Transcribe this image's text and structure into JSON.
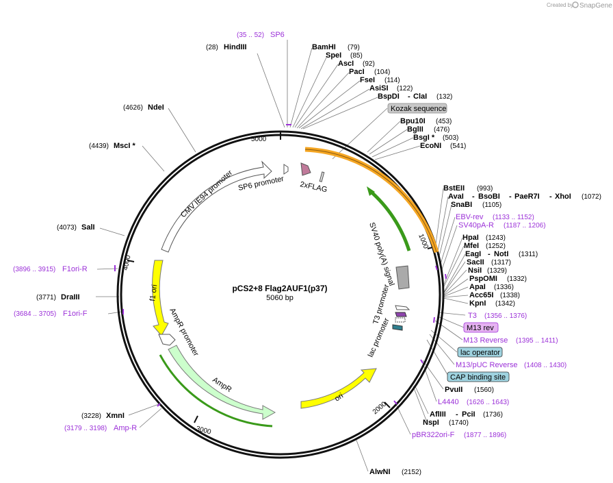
{
  "branding": {
    "created_by": "Created by",
    "brand": "SnapGene"
  },
  "plasmid": {
    "name": "pCS2+8 Flag2AUF1(p37)",
    "length": "5060 bp"
  },
  "ticks": {
    "t1000": "1000",
    "t2000": "2000",
    "t3000": "3000",
    "t4000": "4000",
    "t5000": "5000"
  },
  "enzymes": {
    "hindiii": {
      "name": "HindIII",
      "pos": "(28)"
    },
    "bamhi": {
      "name": "BamHI",
      "pos": "(79)"
    },
    "spei": {
      "name": "SpeI",
      "pos": "(85)"
    },
    "asci": {
      "name": "AscI",
      "pos": "(92)"
    },
    "paci": {
      "name": "PacI",
      "pos": "(104)"
    },
    "fsei": {
      "name": "FseI",
      "pos": "(114)"
    },
    "asisi": {
      "name": "AsiSI",
      "pos": "(122)"
    },
    "bspdi": {
      "name": "BspDI",
      "sep": "-",
      "name2": "ClaI",
      "pos": "(132)"
    },
    "bpu10i": {
      "name": "Bpu10I",
      "pos": "(453)"
    },
    "bglii": {
      "name": "BglII",
      "pos": "(476)"
    },
    "bsgi": {
      "name": "BsgI *",
      "pos": "(503)"
    },
    "econi": {
      "name": "EcoNI",
      "pos": "(541)"
    },
    "bsteii": {
      "name": "BstEII",
      "pos": "(993)"
    },
    "avai": {
      "name": "AvaI",
      "sep": "-",
      "name2": "BsoBI",
      "sep2": "-",
      "name3": "PaeR7I",
      "sep3": "-",
      "name4": "XhoI",
      "pos": "(1072)"
    },
    "snabi": {
      "name": "SnaBI",
      "pos": "(1105)"
    },
    "hpai": {
      "name": "HpaI",
      "pos": "(1243)"
    },
    "mfei": {
      "name": "MfeI",
      "pos": "(1252)"
    },
    "eagi": {
      "name": "EagI",
      "sep": "-",
      "name2": "NotI",
      "pos": "(1311)"
    },
    "sacii": {
      "name": "SacII",
      "pos": "(1317)"
    },
    "nsii": {
      "name": "NsiI",
      "pos": "(1329)"
    },
    "pspomi": {
      "name": "PspOMI",
      "pos": "(1332)"
    },
    "apai": {
      "name": "ApaI",
      "pos": "(1336)"
    },
    "acc65i": {
      "name": "Acc65I",
      "pos": "(1338)"
    },
    "kpni": {
      "name": "KpnI",
      "pos": "(1342)"
    },
    "pvuii": {
      "name": "PvuII",
      "pos": "(1560)"
    },
    "afliii": {
      "name": "AflIII",
      "sep": "-",
      "name2": "PciI",
      "pos": "(1736)"
    },
    "nspi": {
      "name": "NspI",
      "pos": "(1740)"
    },
    "alwni": {
      "name": "AlwNI",
      "pos": "(2152)"
    },
    "xmni": {
      "name": "XmnI",
      "pos": "(3228)"
    },
    "drai": {
      "name": "DraIII",
      "pos": "(3771)"
    },
    "sali": {
      "name": "SalI",
      "pos": "(4073)"
    },
    "msci": {
      "name": "MscI *",
      "pos": "(4439)"
    },
    "ndei": {
      "name": "NdeI",
      "pos": "(4626)"
    }
  },
  "primers": {
    "sp6": {
      "name": "SP6",
      "pos": "(35 .. 52)"
    },
    "ebvrev": {
      "name": "EBV-rev",
      "pos": "(1133 .. 1152)"
    },
    "sv40par": {
      "name": "SV40pA-R",
      "pos": "(1187 .. 1206)"
    },
    "t3": {
      "name": "T3",
      "pos": "(1356 .. 1376)"
    },
    "m13rev": {
      "name": "M13 rev"
    },
    "m13reverse": {
      "name": "M13 Reverse",
      "pos": "(1395 .. 1411)"
    },
    "m13puc": {
      "name": "M13/pUC Reverse",
      "pos": "(1408 .. 1430)"
    },
    "l4440": {
      "name": "L4440",
      "pos": "(1626 .. 1643)"
    },
    "pbr322": {
      "name": "pBR322ori-F",
      "pos": "(1877 .. 1896)"
    },
    "ampr": {
      "name": "Amp-R",
      "pos": "(3179 .. 3198)"
    },
    "f1orif": {
      "name": "F1ori-F",
      "pos": "(3684 .. 3705)"
    },
    "f1orir": {
      "name": "F1ori-R",
      "pos": "(3896 .. 3915)"
    }
  },
  "boxes": {
    "kozak": "Kozak sequence",
    "lacop": "lac operator",
    "cap": "CAP binding site"
  },
  "features": {
    "sp6prom": "SP6 promoter",
    "flag": "2xFLAG",
    "cmv": "CMV IE94 promoter",
    "f1ori": "f1 ori",
    "ampprom": "AmpR promoter",
    "ampr": "AmpR",
    "ori": "ori",
    "sv40": "SV40 poly(A) signal",
    "t3prom": "T3 promoter",
    "lacprom": "lac promoter"
  },
  "colors": {
    "primer": "#9b30d8",
    "yellow": "#ffff00",
    "orange": "#f5a623",
    "green": "#3a9a1a",
    "mint": "#ccffcc",
    "kozak": "#c8c8c8",
    "lac": "#9fd3e0",
    "m13box": "#e6b3f2"
  }
}
